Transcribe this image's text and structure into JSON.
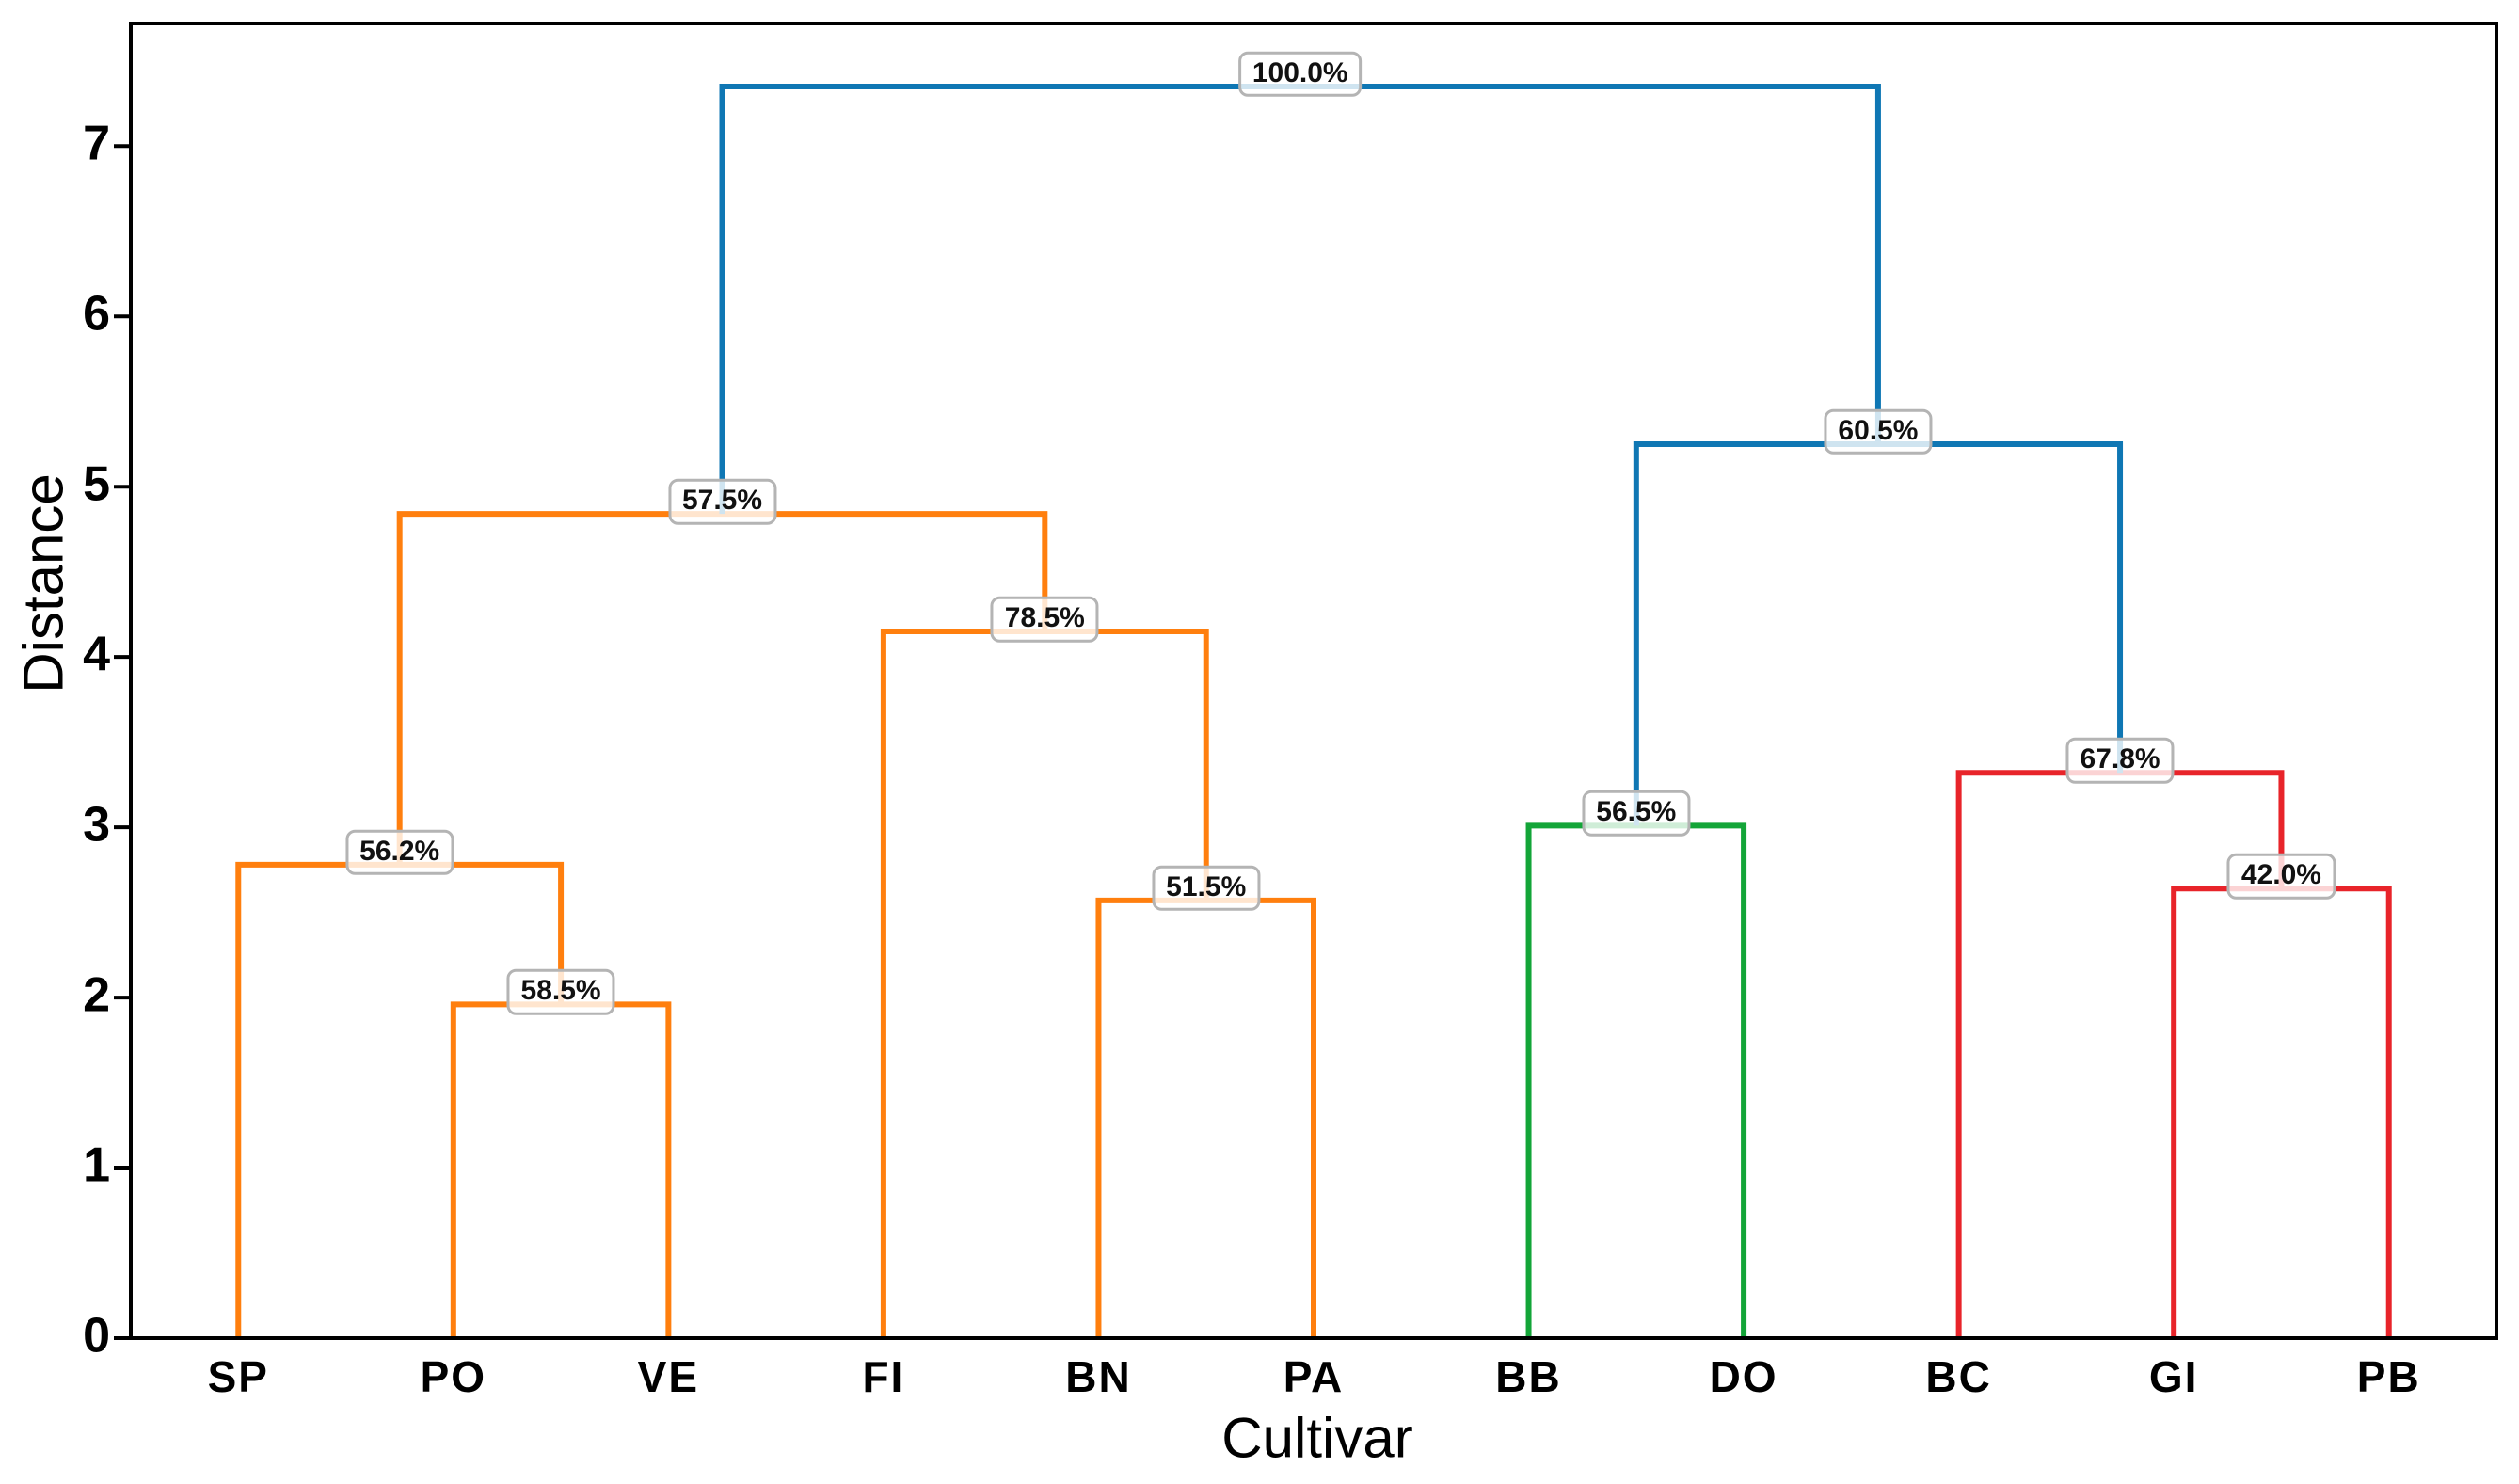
{
  "chart_data": {
    "type": "dendrogram",
    "title": "",
    "xlabel": "Cultivar",
    "ylabel": "Distance",
    "ylim": [
      0,
      7.72
    ],
    "yticks": [
      "0",
      "1",
      "2",
      "3",
      "4",
      "5",
      "6",
      "7"
    ],
    "grid": false,
    "legend": "none",
    "leaves": [
      "SP",
      "PO",
      "VE",
      "FI",
      "BN",
      "PA",
      "BB",
      "DO",
      "BC",
      "GI",
      "PB"
    ],
    "links": [
      {
        "name": "PO+VE",
        "a": "PO",
        "b": "VE",
        "height": 1.96,
        "label": "58.5%",
        "color": "orange"
      },
      {
        "name": "SP+POVE",
        "a": "SP",
        "b": "PO+VE",
        "height": 2.78,
        "label": "56.2%",
        "color": "orange"
      },
      {
        "name": "BN+PA",
        "a": "BN",
        "b": "PA",
        "height": 2.57,
        "label": "51.5%",
        "color": "orange"
      },
      {
        "name": "FI+BNPA",
        "a": "FI",
        "b": "BN+PA",
        "height": 4.15,
        "label": "78.5%",
        "color": "orange"
      },
      {
        "name": "LEFT-CLUSTER",
        "a": "SP+POVE",
        "b": "FI+BNPA",
        "height": 4.84,
        "label": "57.5%",
        "color": "orange"
      },
      {
        "name": "BB+DO",
        "a": "BB",
        "b": "DO",
        "height": 3.01,
        "label": "56.5%",
        "color": "green"
      },
      {
        "name": "GI+PB",
        "a": "GI",
        "b": "PB",
        "height": 2.64,
        "label": "42.0%",
        "color": "red"
      },
      {
        "name": "BC+GIPB",
        "a": "BC",
        "b": "GI+PB",
        "height": 3.32,
        "label": "67.8%",
        "color": "red"
      },
      {
        "name": "RIGHT-CLUSTER",
        "a": "BB+DO",
        "b": "BC+GIPB",
        "height": 5.25,
        "label": "60.5%",
        "color": "blue"
      },
      {
        "name": "ROOT",
        "a": "LEFT-CLUSTER",
        "b": "RIGHT-CLUSTER",
        "height": 7.35,
        "label": "100.0%",
        "color": "blue"
      }
    ],
    "palette": {
      "blue": "#0f77b4",
      "orange": "#ff7f0e",
      "green": "#13a538",
      "red": "#e8242a"
    },
    "axis_color": "#000000",
    "badge_border_color": "#b4b4b4"
  }
}
